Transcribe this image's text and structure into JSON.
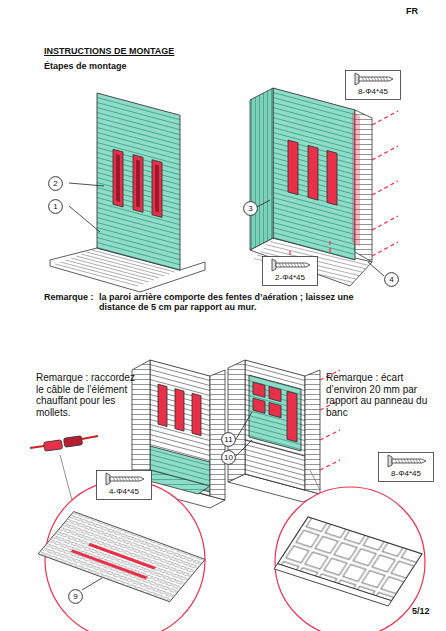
{
  "diagram": {
    "title": "INSTRUCTIONS DE MONTAGE",
    "nodes": [
      {
        "text": [
          "2"
        ]
      },
      {
        "text": [
          "1"
        ]
      },
      {
        "text": [
          "8-Φ4*45"
        ]
      },
      {
        "text": [
          "3"
        ]
      },
      {
        "text": [
          "2-Φ4*45"
        ]
      },
      {
        "text": [
          "4"
        ]
      },
      {
        "text": [
          "11"
        ]
      },
      {
        "text": [
          "10"
        ]
      },
      {
        "text": [
          "8-Φ4*45"
        ]
      },
      {
        "text": [
          "4-Φ4*45"
        ]
      },
      {
        "text": [
          "9"
        ]
      }
    ],
    "labels": [
      "FR",
      "Étapes de montage",
      "Remarque :",
      "la paroi arrière comporte des fentes d’aération ; laissez une distance de 5 cm par rapport au mur.",
      "Remarque : raccordez le câble de l’élément chauffant pour les mollets.",
      "Remarque : écart d’environ 20 mm par rapport au panneau du banc",
      "5/12"
    ]
  }
}
